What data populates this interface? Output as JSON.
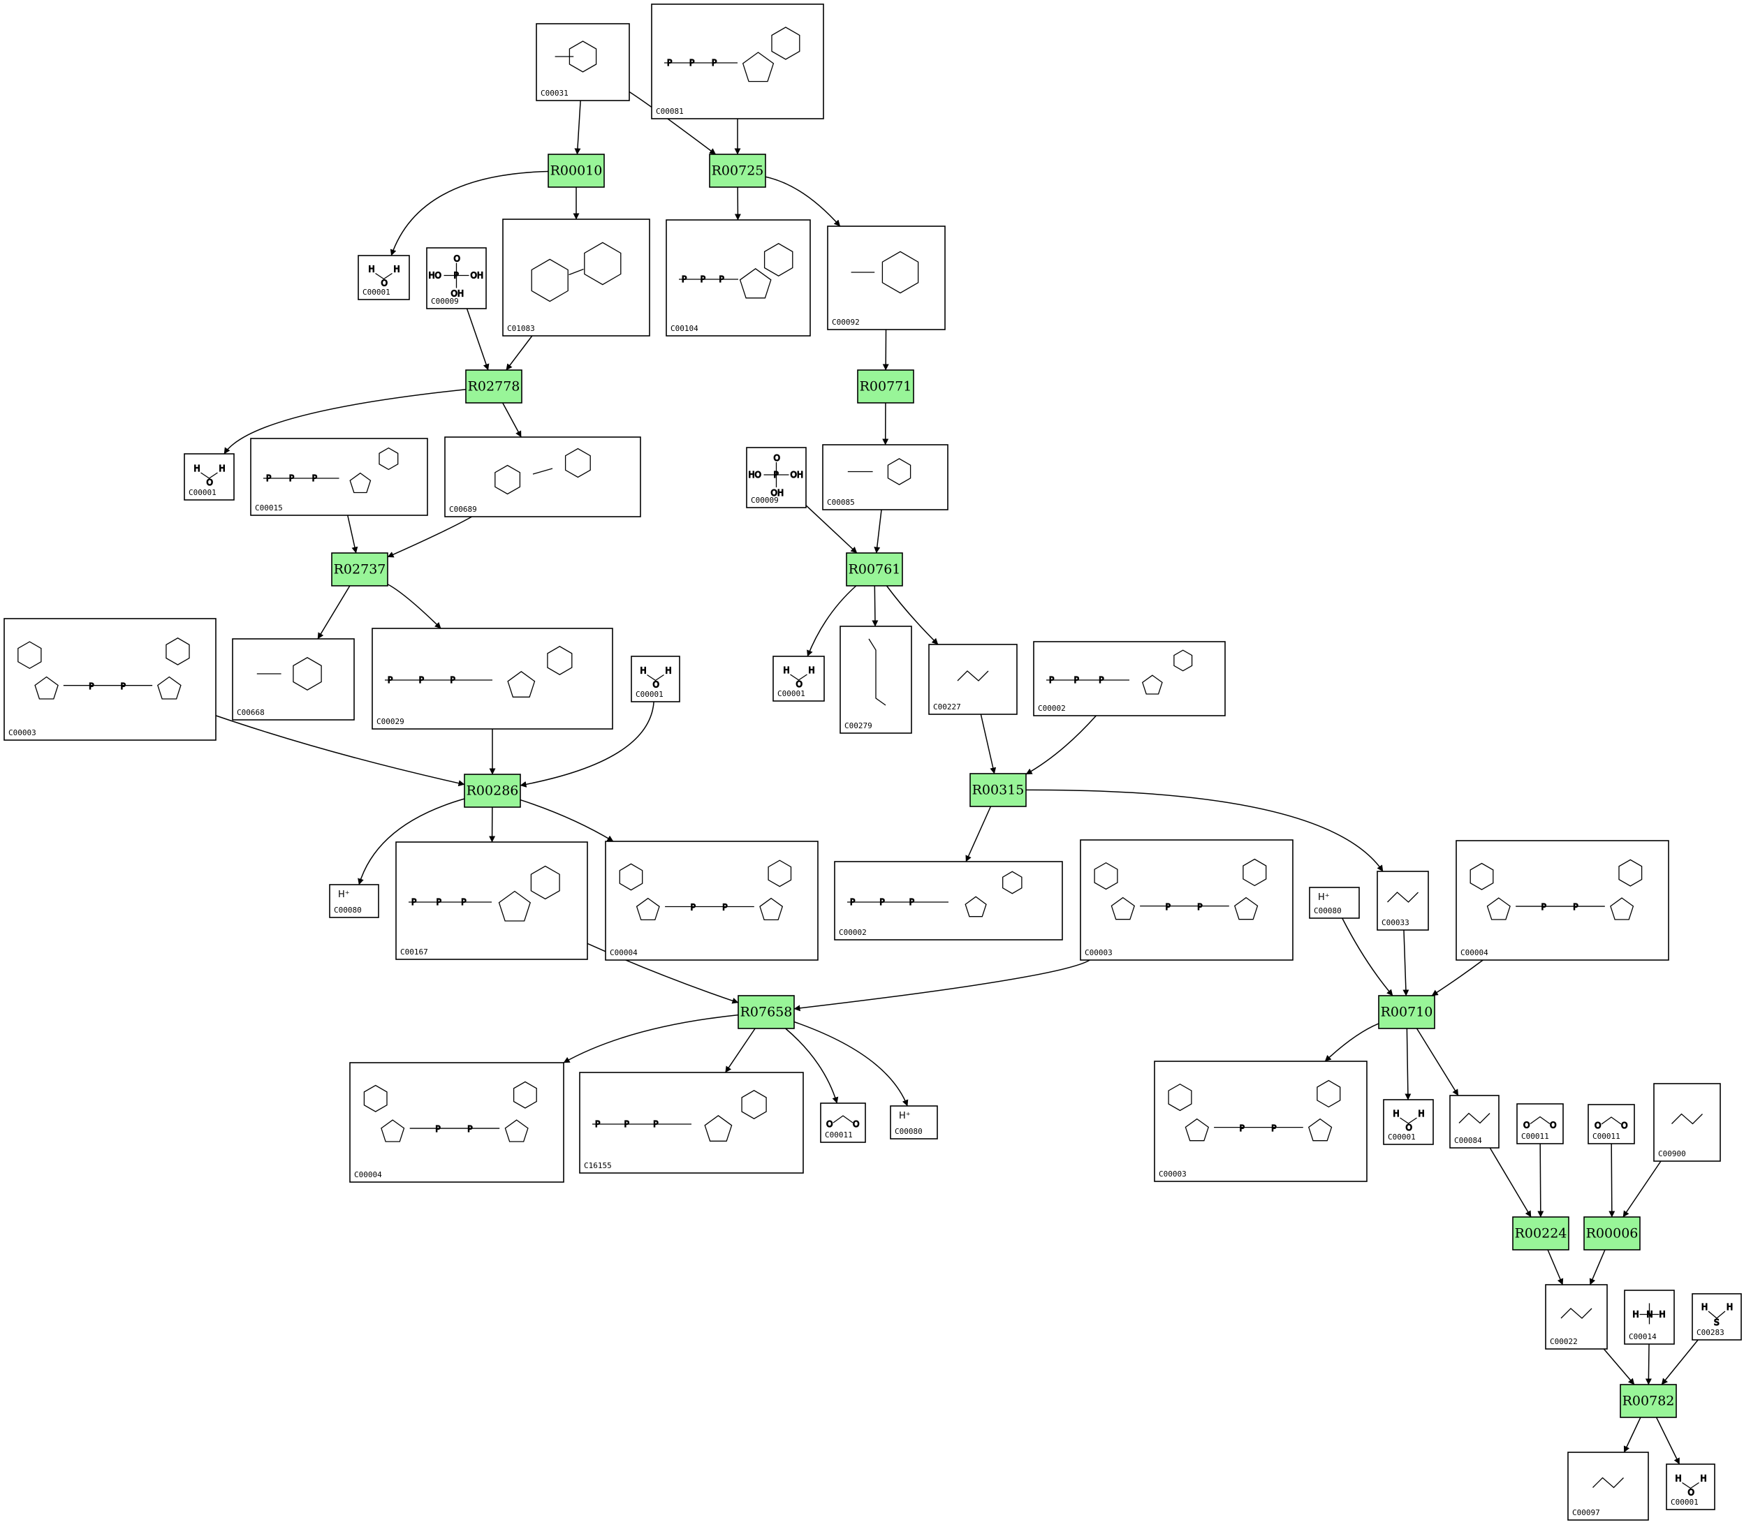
{
  "diagram": {
    "compounds": [
      {
        "id": "c00031",
        "label": "C00031",
        "kind": "sugar"
      },
      {
        "id": "c00081",
        "label": "C00081",
        "kind": "nucleotide"
      },
      {
        "id": "c00001a",
        "label": "C00001",
        "kind": "water"
      },
      {
        "id": "c00009a",
        "label": "C00009",
        "kind": "phosphate"
      },
      {
        "id": "c01083",
        "label": "C01083",
        "kind": "disaccharide"
      },
      {
        "id": "c00104",
        "label": "C00104",
        "kind": "nucleotide"
      },
      {
        "id": "c00092",
        "label": "C00092",
        "kind": "sugar-phosphate"
      },
      {
        "id": "c00001b",
        "label": "C00001",
        "kind": "water"
      },
      {
        "id": "c00015",
        "label": "C00015",
        "kind": "nucleotide"
      },
      {
        "id": "c00689",
        "label": "C00689",
        "kind": "disaccharide"
      },
      {
        "id": "c00009b",
        "label": "C00009",
        "kind": "phosphate"
      },
      {
        "id": "c00085",
        "label": "C00085",
        "kind": "sugar-phosphate"
      },
      {
        "id": "c00003a",
        "label": "C00003",
        "kind": "dinucleotide"
      },
      {
        "id": "c00668",
        "label": "C00668",
        "kind": "sugar-phosphate"
      },
      {
        "id": "c00029",
        "label": "C00029",
        "kind": "nucleotide-sugar"
      },
      {
        "id": "c00001c",
        "label": "C00001",
        "kind": "water"
      },
      {
        "id": "c00001d",
        "label": "C00001",
        "kind": "water"
      },
      {
        "id": "c00279",
        "label": "C00279",
        "kind": "chain"
      },
      {
        "id": "c00227",
        "label": "C00227",
        "kind": "small"
      },
      {
        "id": "c00002b",
        "label": "C00002",
        "kind": "nucleotide"
      },
      {
        "id": "c00080a",
        "label": "C00080",
        "kind": "proton"
      },
      {
        "id": "c00167",
        "label": "C00167",
        "kind": "nucleotide-sugar"
      },
      {
        "id": "c00004a",
        "label": "C00004",
        "kind": "dinucleotide"
      },
      {
        "id": "c00002",
        "label": "C00002",
        "kind": "nucleotide"
      },
      {
        "id": "c00003b",
        "label": "C00003",
        "kind": "dinucleotide"
      },
      {
        "id": "c00080b",
        "label": "C00080",
        "kind": "proton"
      },
      {
        "id": "c00033",
        "label": "C00033",
        "kind": "small"
      },
      {
        "id": "c00004b",
        "label": "C00004",
        "kind": "dinucleotide"
      },
      {
        "id": "c00004c",
        "label": "C00004",
        "kind": "dinucleotide"
      },
      {
        "id": "c16155",
        "label": "C16155",
        "kind": "nucleotide-sugar"
      },
      {
        "id": "c00011a",
        "label": "C00011",
        "kind": "co2"
      },
      {
        "id": "c00080c",
        "label": "C00080",
        "kind": "proton"
      },
      {
        "id": "c00003c",
        "label": "C00003",
        "kind": "dinucleotide"
      },
      {
        "id": "c00001e",
        "label": "C00001",
        "kind": "water"
      },
      {
        "id": "c00084",
        "label": "C00084",
        "kind": "small"
      },
      {
        "id": "c00011b",
        "label": "C00011",
        "kind": "co2"
      },
      {
        "id": "c00011c",
        "label": "C00011",
        "kind": "co2"
      },
      {
        "id": "c00900",
        "label": "C00900",
        "kind": "small"
      },
      {
        "id": "c00022",
        "label": "C00022",
        "kind": "small"
      },
      {
        "id": "c00014",
        "label": "C00014",
        "kind": "ammonia"
      },
      {
        "id": "c00283",
        "label": "C00283",
        "kind": "h2s"
      },
      {
        "id": "c00097",
        "label": "C00097",
        "kind": "small"
      },
      {
        "id": "c00001f",
        "label": "C00001",
        "kind": "water"
      }
    ],
    "reactions": [
      {
        "id": "r00010",
        "label": "R00010"
      },
      {
        "id": "r00725",
        "label": "R00725"
      },
      {
        "id": "r02778",
        "label": "R02778"
      },
      {
        "id": "r00771",
        "label": "R00771"
      },
      {
        "id": "r02737",
        "label": "R02737"
      },
      {
        "id": "r00761",
        "label": "R00761"
      },
      {
        "id": "r00286",
        "label": "R00286"
      },
      {
        "id": "r00315",
        "label": "R00315"
      },
      {
        "id": "r07658",
        "label": "R07658"
      },
      {
        "id": "r00710",
        "label": "R00710"
      },
      {
        "id": "r00224",
        "label": "R00224"
      },
      {
        "id": "r00006",
        "label": "R00006"
      },
      {
        "id": "r00782",
        "label": "R00782"
      }
    ],
    "edges": [
      [
        "c00031",
        "r00010"
      ],
      [
        "c00031",
        "r00725"
      ],
      [
        "c00081",
        "r00725"
      ],
      [
        "r00010",
        "c00001a"
      ],
      [
        "r00010",
        "c01083"
      ],
      [
        "r00725",
        "c00104"
      ],
      [
        "r00725",
        "c00092"
      ],
      [
        "c00009a",
        "r02778"
      ],
      [
        "c01083",
        "r02778"
      ],
      [
        "c00092",
        "r00771"
      ],
      [
        "r02778",
        "c00001b"
      ],
      [
        "r02778",
        "c00689"
      ],
      [
        "r00771",
        "c00085"
      ],
      [
        "c00015",
        "r02737"
      ],
      [
        "c00689",
        "r02737"
      ],
      [
        "c00009b",
        "r00761"
      ],
      [
        "c00085",
        "r00761"
      ],
      [
        "r02737",
        "c00668"
      ],
      [
        "r02737",
        "c00029"
      ],
      [
        "r00761",
        "c00001d"
      ],
      [
        "r00761",
        "c00279"
      ],
      [
        "r00761",
        "c00227"
      ],
      [
        "c00003a",
        "r00286"
      ],
      [
        "c00029",
        "r00286"
      ],
      [
        "c00001c",
        "r00286"
      ],
      [
        "c00227",
        "r00315"
      ],
      [
        "c00002b",
        "r00315"
      ],
      [
        "r00286",
        "c00080a"
      ],
      [
        "r00286",
        "c00167"
      ],
      [
        "r00286",
        "c00004a"
      ],
      [
        "r00315",
        "c00002"
      ],
      [
        "r00315",
        "c00033"
      ],
      [
        "c00167",
        "r07658"
      ],
      [
        "c00003b",
        "r07658"
      ],
      [
        "c00080b",
        "r00710"
      ],
      [
        "c00033",
        "r00710"
      ],
      [
        "c00004b",
        "r00710"
      ],
      [
        "r07658",
        "c00004c"
      ],
      [
        "r07658",
        "c16155"
      ],
      [
        "r07658",
        "c00011a"
      ],
      [
        "r07658",
        "c00080c"
      ],
      [
        "r00710",
        "c00003c"
      ],
      [
        "r00710",
        "c00001e"
      ],
      [
        "r00710",
        "c00084"
      ],
      [
        "c00084",
        "r00224"
      ],
      [
        "c00011b",
        "r00224"
      ],
      [
        "c00011c",
        "r00006"
      ],
      [
        "c00900",
        "r00006"
      ],
      [
        "r00224",
        "c00022"
      ],
      [
        "r00006",
        "c00022"
      ],
      [
        "c00022",
        "r00782"
      ],
      [
        "c00014",
        "r00782"
      ],
      [
        "c00283",
        "r00782"
      ],
      [
        "r00782",
        "c00097"
      ],
      [
        "r00782",
        "c00001f"
      ]
    ]
  },
  "colors": {
    "reaction_fill": "#98f598",
    "edge": "#000000",
    "box": "#ffffff"
  }
}
